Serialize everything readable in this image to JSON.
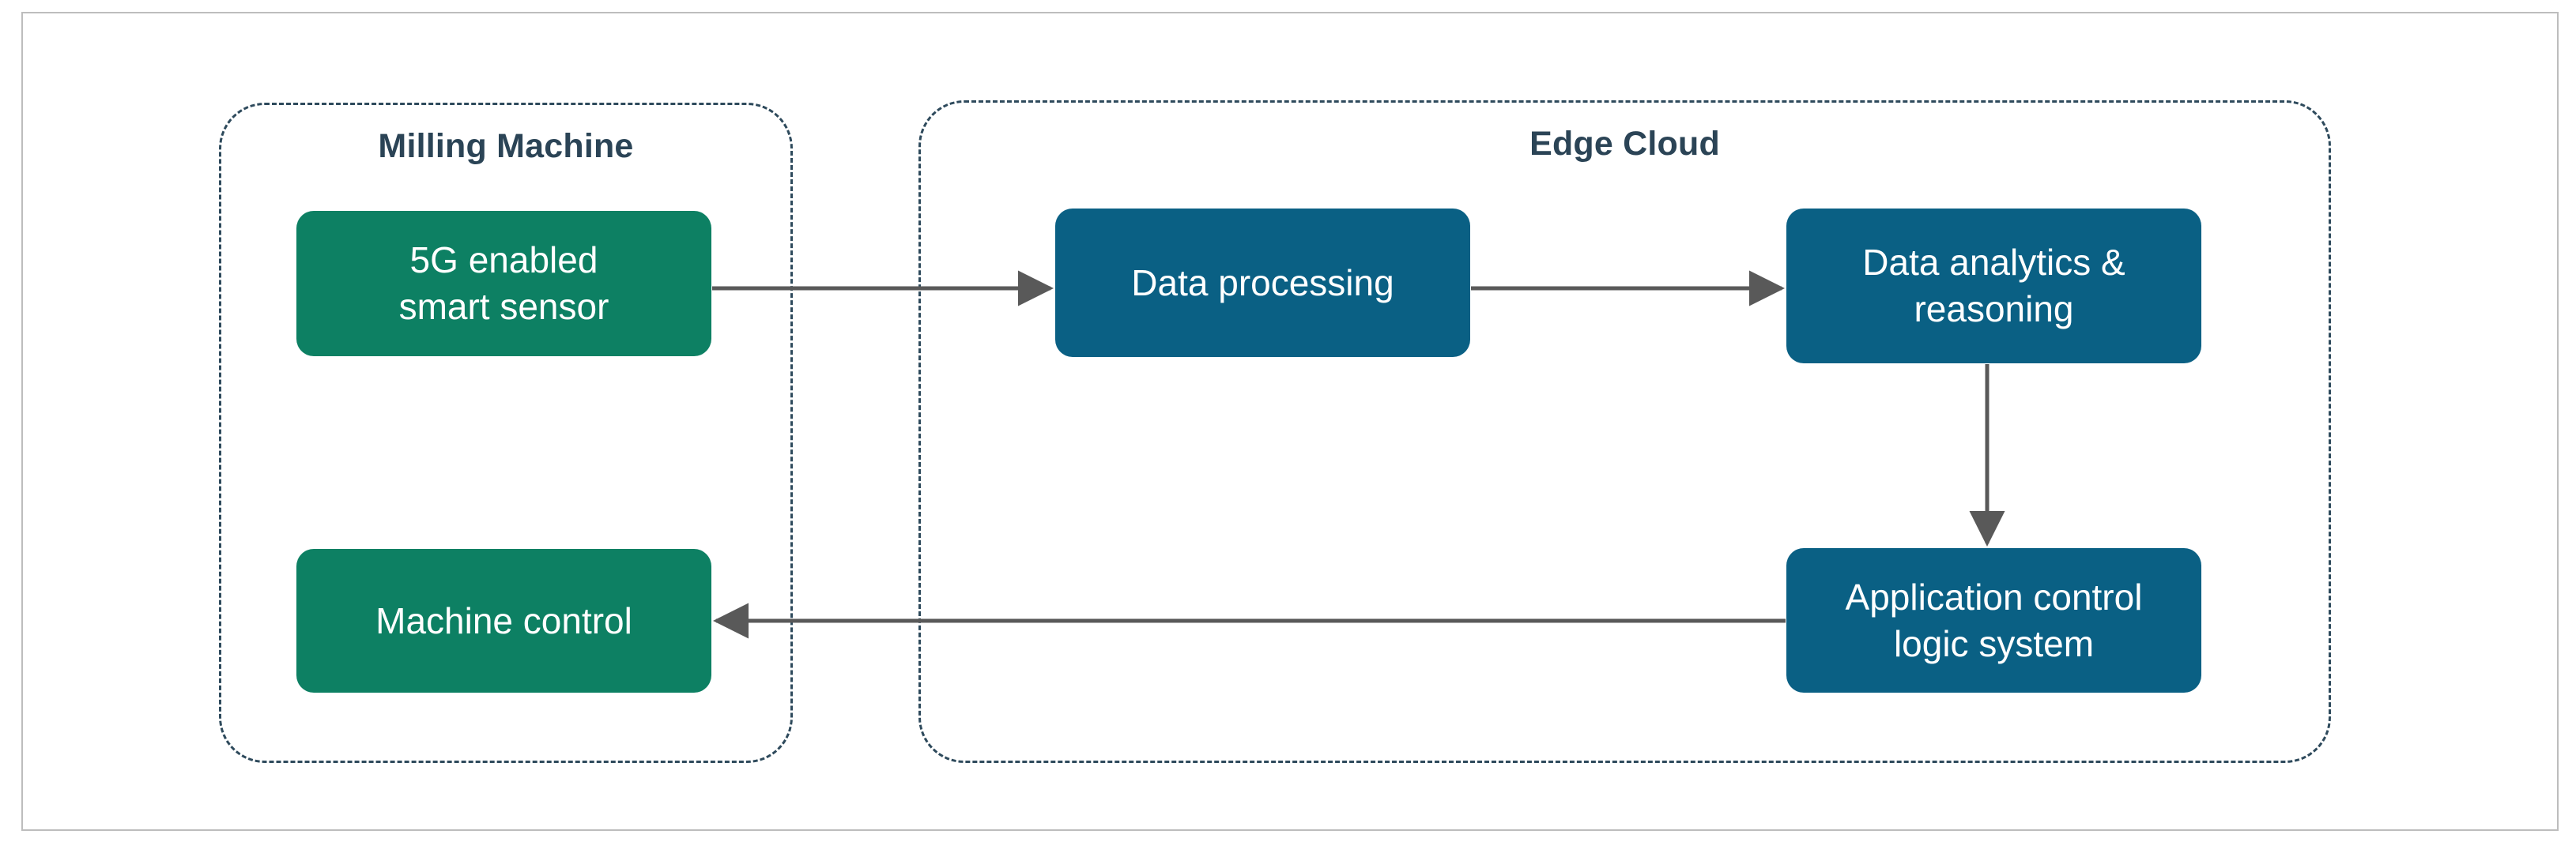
{
  "diagram": {
    "title": "",
    "groups": [
      {
        "id": "milling-machine",
        "label": "Milling Machine"
      },
      {
        "id": "edge-cloud",
        "label": "Edge Cloud"
      }
    ],
    "nodes": [
      {
        "id": "5g-sensor",
        "label": "5G enabled smart sensor",
        "line1": "5G enabled",
        "line2": "smart sensor",
        "group": "milling-machine",
        "color": "#0d8063"
      },
      {
        "id": "machine-control",
        "label": "Machine control",
        "line1": "Machine control",
        "line2": "",
        "group": "milling-machine",
        "color": "#0d8063"
      },
      {
        "id": "data-processing",
        "label": "Data processing",
        "line1": "Data processing",
        "line2": "",
        "group": "edge-cloud",
        "color": "#0a6084"
      },
      {
        "id": "data-analytics",
        "label": "Data analytics & reasoning",
        "line1": "Data analytics &",
        "line2": "reasoning",
        "group": "edge-cloud",
        "color": "#0a6084"
      },
      {
        "id": "app-control-logic",
        "label": "Application control logic system",
        "line1": "Application control",
        "line2": "logic system",
        "group": "edge-cloud",
        "color": "#0a6084"
      }
    ],
    "edges": [
      {
        "from": "5g-sensor",
        "to": "data-processing",
        "direction": "right",
        "label": ""
      },
      {
        "from": "data-processing",
        "to": "data-analytics",
        "direction": "right",
        "label": ""
      },
      {
        "from": "data-analytics",
        "to": "app-control-logic",
        "direction": "down",
        "label": ""
      },
      {
        "from": "app-control-logic",
        "to": "machine-control",
        "direction": "left",
        "label": ""
      }
    ],
    "colors": {
      "group_border": "#2e4a5c",
      "group_label": "#2b4456",
      "node_green": "#0d8063",
      "node_blue": "#0a6084",
      "arrow": "#595959",
      "frame_border": "#bdbdbd",
      "background": "#ffffff"
    }
  }
}
